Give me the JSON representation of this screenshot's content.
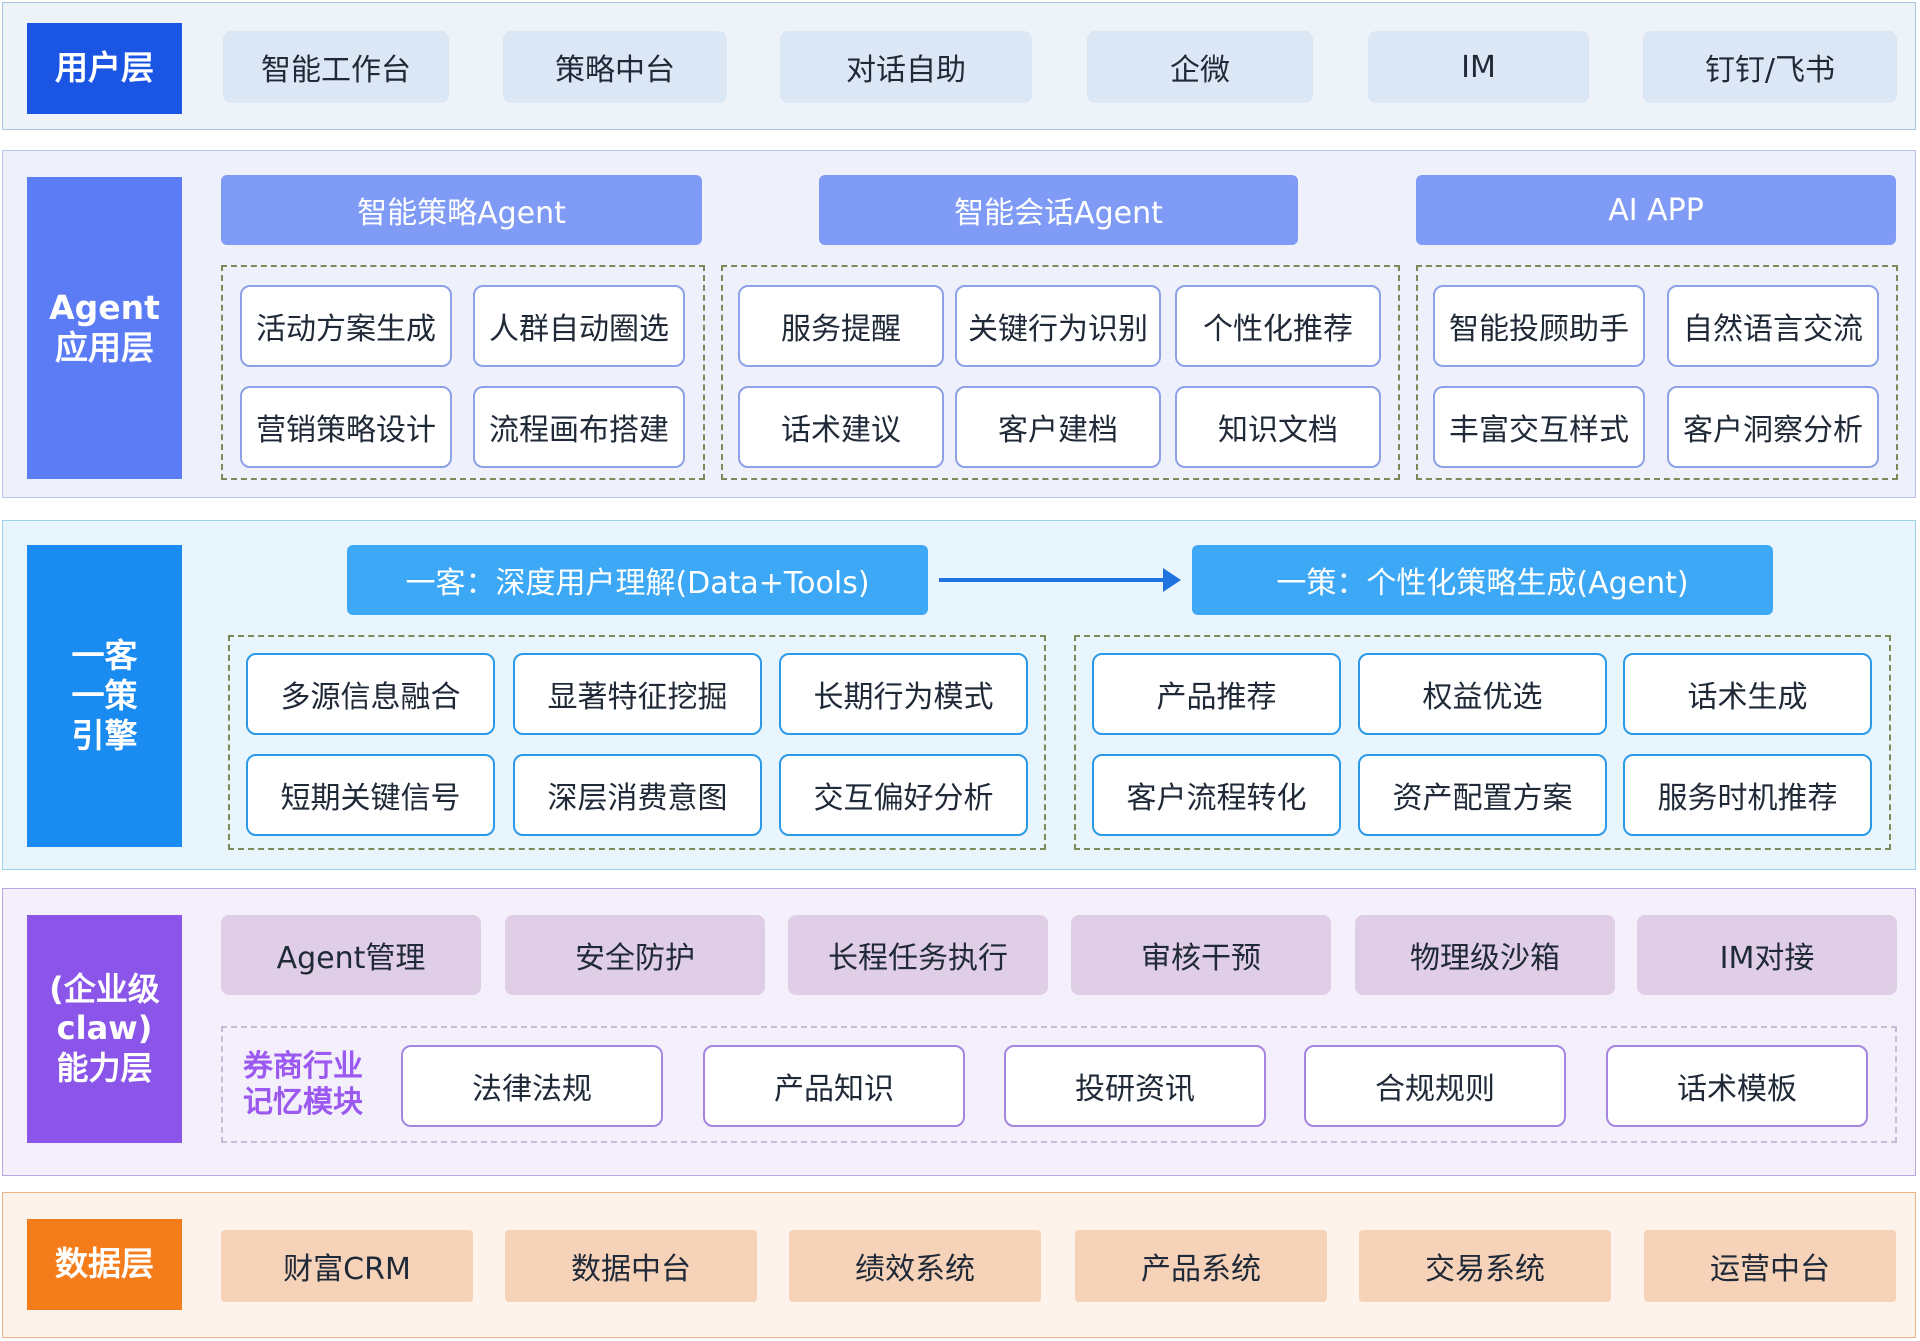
{
  "colors": {
    "user_label": "#1a55e3",
    "agent_label": "#5b7cf5",
    "engine_label": "#1a8bf0",
    "claw_label": "#8a55e8",
    "data_label": "#f47c1a",
    "user_pill": "#dce7f5",
    "agent_header": "#7f9bf5",
    "engine_header": "#3da8f5",
    "claw_pill": "#e0cde6",
    "data_pill": "#f6d2b8",
    "memory_text": "#9b59f0"
  },
  "user_layer": {
    "label": "用户层",
    "items": [
      "智能工作台",
      "策略中台",
      "对话自助",
      "企微",
      "IM",
      "钉钉/飞书"
    ]
  },
  "agent_layer": {
    "label": "Agent\n应用层",
    "groups": [
      {
        "title": "智能策略Agent",
        "items": [
          "活动方案生成",
          "人群自动圈选",
          "营销策略设计",
          "流程画布搭建"
        ]
      },
      {
        "title": "智能会话Agent",
        "items": [
          "服务提醒",
          "关键行为识别",
          "个性化推荐",
          "话术建议",
          "客户建档",
          "知识文档"
        ]
      },
      {
        "title": "AI APP",
        "items": [
          "智能投顾助手",
          "自然语言交流",
          "丰富交互样式",
          "客户洞察分析"
        ]
      }
    ]
  },
  "engine_layer": {
    "label": "一客\n一策\n引擎",
    "left_title": "一客：深度用户理解(Data+Tools)",
    "right_title": "一策：个性化策略生成(Agent)",
    "left_items": [
      "多源信息融合",
      "显著特征挖掘",
      "长期行为模式",
      "短期关键信号",
      "深层消费意图",
      "交互偏好分析"
    ],
    "right_items": [
      "产品推荐",
      "权益优选",
      "话术生成",
      "客户流程转化",
      "资产配置方案",
      "服务时机推荐"
    ]
  },
  "claw_layer": {
    "label": "(企业级\nclaw)\n能力层",
    "items": [
      "Agent管理",
      "安全防护",
      "长程任务执行",
      "审核干预",
      "物理级沙箱",
      "IM对接"
    ],
    "memory_label": "券商行业\n记忆模块",
    "memory_items": [
      "法律法规",
      "产品知识",
      "投研资讯",
      "合规规则",
      "话术模板"
    ]
  },
  "data_layer": {
    "label": "数据层",
    "items": [
      "财富CRM",
      "数据中台",
      "绩效系统",
      "产品系统",
      "交易系统",
      "运营中台"
    ]
  }
}
